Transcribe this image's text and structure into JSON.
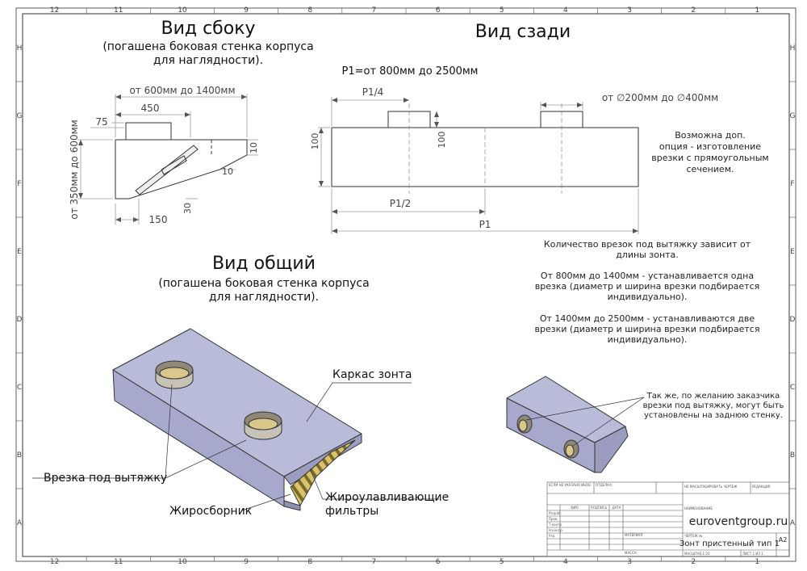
{
  "grid": {
    "columns": [
      "12",
      "11",
      "10",
      "9",
      "8",
      "7",
      "6",
      "5",
      "4",
      "3",
      "2",
      "1"
    ],
    "rows": [
      "H",
      "G",
      "F",
      "E",
      "D",
      "C",
      "B",
      "A"
    ]
  },
  "side_view": {
    "title": "Вид сбоку",
    "subtitle_line1": "(погашена боковая стенка корпуса",
    "subtitle_line2": "для наглядности).",
    "dim_depth": "от 600мм до 1400мм",
    "dim_450": "450",
    "dim_75": "75",
    "dim_height": "от 350мм до 600мм",
    "dim_10a": "10",
    "dim_10b": "10",
    "dim_30": "30",
    "dim_150": "150"
  },
  "rear_view": {
    "title": "Вид сзади",
    "length_range": "P1=от 800мм до 2500мм",
    "dim_quarter": "P1/4",
    "dim_diameter": "от ∅200мм до ∅400мм",
    "dim_100a": "100",
    "dim_100b": "100",
    "dim_half": "P1/2",
    "dim_full": "P1",
    "note_line1": "Возможна доп.",
    "note_line2": "опция - изготовление",
    "note_line3": "врезки с прямоугольным",
    "note_line4": "сечением."
  },
  "info": {
    "para1_line1": "Количество врезок под вытяжку зависит от",
    "para1_line2": "длины зонта.",
    "para2_line1": "От 800мм до 1400мм - устанавливается одна",
    "para2_line2": "врезка (диаметр и ширина врезки подбирается",
    "para2_line3": "индивидуально).",
    "para3_line1": "От 1400мм до 2500мм - устанавливаются две",
    "para3_line2": "врезки (диаметр и ширина врезки подбирается",
    "para3_line3": "индивидуально)."
  },
  "general_view": {
    "title": "Вид общий",
    "subtitle_line1": "(погашена боковая стенка корпуса",
    "subtitle_line2": "для наглядности).",
    "label_frame": "Каркас зонта",
    "label_cutout": "Врезка под вытяжку",
    "label_filters_line1": "Жироулавливающие",
    "label_filters_line2": "фильтры",
    "label_collector": "Жиросборник"
  },
  "rear_option": {
    "note_line1": "Так же, по желанию заказчика",
    "note_line2": "врезки под вытяжку, могут быть",
    "note_line3": "установлены на заднюю стенку."
  },
  "title_block": {
    "website": "euroventgroup.ru",
    "drawing_name": "Зонт пристенный тип 1",
    "sheet_format": "A2",
    "small_headers": [
      "ЕСЛИ НЕ УКАЗАНО ИНОЕ:",
      "ОТДЕЛКА:",
      "НЕ МАСШТАБИРОВАТЬ ЧЕРТЕЖ",
      "РЕДАКЦИЯ",
      "НАИМЕНОВАНИЕ",
      "ЧЕРТЕЖ №",
      "МАТЕРИАЛ:",
      "МАССА:",
      "МАСШТАБ:1:20",
      "ЛИСТ 1 ИЗ 1"
    ],
    "row_labels": [
      "Разраб.",
      "Пров.",
      "Т.контр.",
      "Н.контр.",
      "Утв."
    ],
    "col_labels": [
      "ФИО",
      "ПОДПИСЬ",
      "ДАТА"
    ]
  }
}
